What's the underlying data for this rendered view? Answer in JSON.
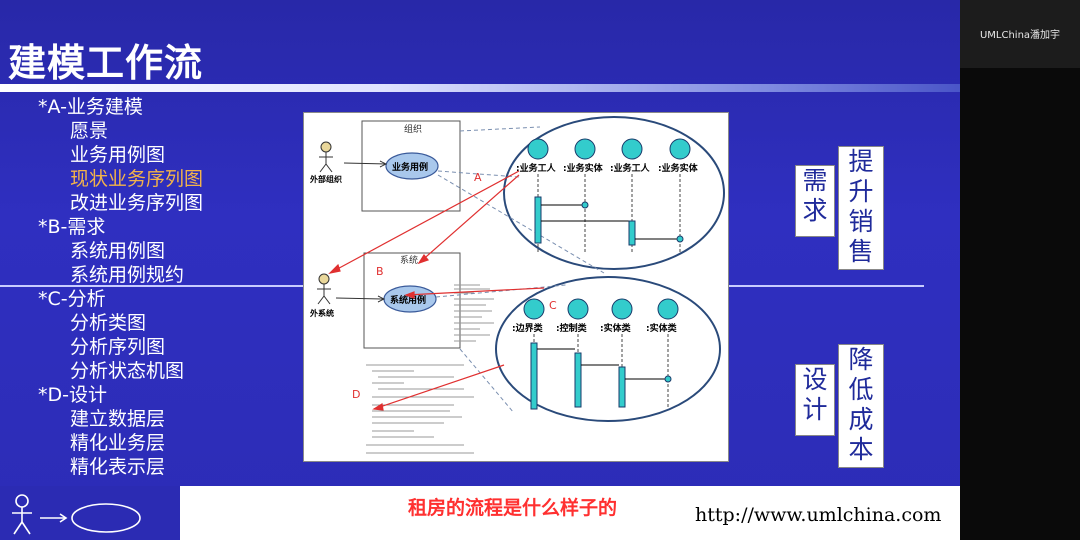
{
  "slide": {
    "title": "建模工作流",
    "outline": [
      {
        "label": "*A-业务建模",
        "level": 1,
        "highlight": false
      },
      {
        "label": "愿景",
        "level": 2,
        "highlight": false
      },
      {
        "label": "业务用例图",
        "level": 2,
        "highlight": false
      },
      {
        "label": "现状业务序列图",
        "level": 2,
        "highlight": true
      },
      {
        "label": "改进业务序列图",
        "level": 2,
        "highlight": false
      },
      {
        "label": "*B-需求",
        "level": 1,
        "highlight": false
      },
      {
        "label": "系统用例图",
        "level": 2,
        "highlight": false
      },
      {
        "label": "系统用例规约",
        "level": 2,
        "highlight": false
      },
      {
        "label": "*C-分析",
        "level": 1,
        "highlight": false
      },
      {
        "label": "分析类图",
        "level": 2,
        "highlight": false
      },
      {
        "label": "分析序列图",
        "level": 2,
        "highlight": false
      },
      {
        "label": "分析状态机图",
        "level": 2,
        "highlight": false
      },
      {
        "label": "*D-设计",
        "level": 1,
        "highlight": false
      },
      {
        "label": "建立数据层",
        "level": 2,
        "highlight": false
      },
      {
        "label": "精化业务层",
        "level": 2,
        "highlight": false
      },
      {
        "label": "精化表示层",
        "level": 2,
        "highlight": false
      }
    ],
    "diagram": {
      "org_box": "组织",
      "business_usecase": "业务用例",
      "external_org": "外部组织",
      "system_box": "系统",
      "system_usecase": "系统用例",
      "external_system": "外系统",
      "letters": [
        "A",
        "B",
        "C",
        "D"
      ],
      "business_lifelines": [
        ":业务工人",
        ":业务实体",
        ":业务工人",
        ":业务实体"
      ],
      "analysis_lifelines": [
        ":边界类",
        ":控制类",
        ":实体类",
        ":实体类"
      ]
    },
    "tags": {
      "requirement": [
        "需",
        "求"
      ],
      "increase_sales": [
        "提",
        "升",
        "销",
        "售"
      ],
      "design": [
        "设",
        "计"
      ],
      "reduce_cost": [
        "降",
        "低",
        "成",
        "本"
      ]
    },
    "footer_url": "http://www.umlchina.com"
  },
  "subtitle": "租房的流程是什么样子的",
  "presenter": "UMLChina潘加宇",
  "colors": {
    "slide_bg": "#2b2bb0",
    "highlight": "#f3b34a",
    "tag_text": "#1f2a9a",
    "subtitle": "#ff3030",
    "lifeline_fill": "#33cccc",
    "annotation": "#e03030"
  }
}
